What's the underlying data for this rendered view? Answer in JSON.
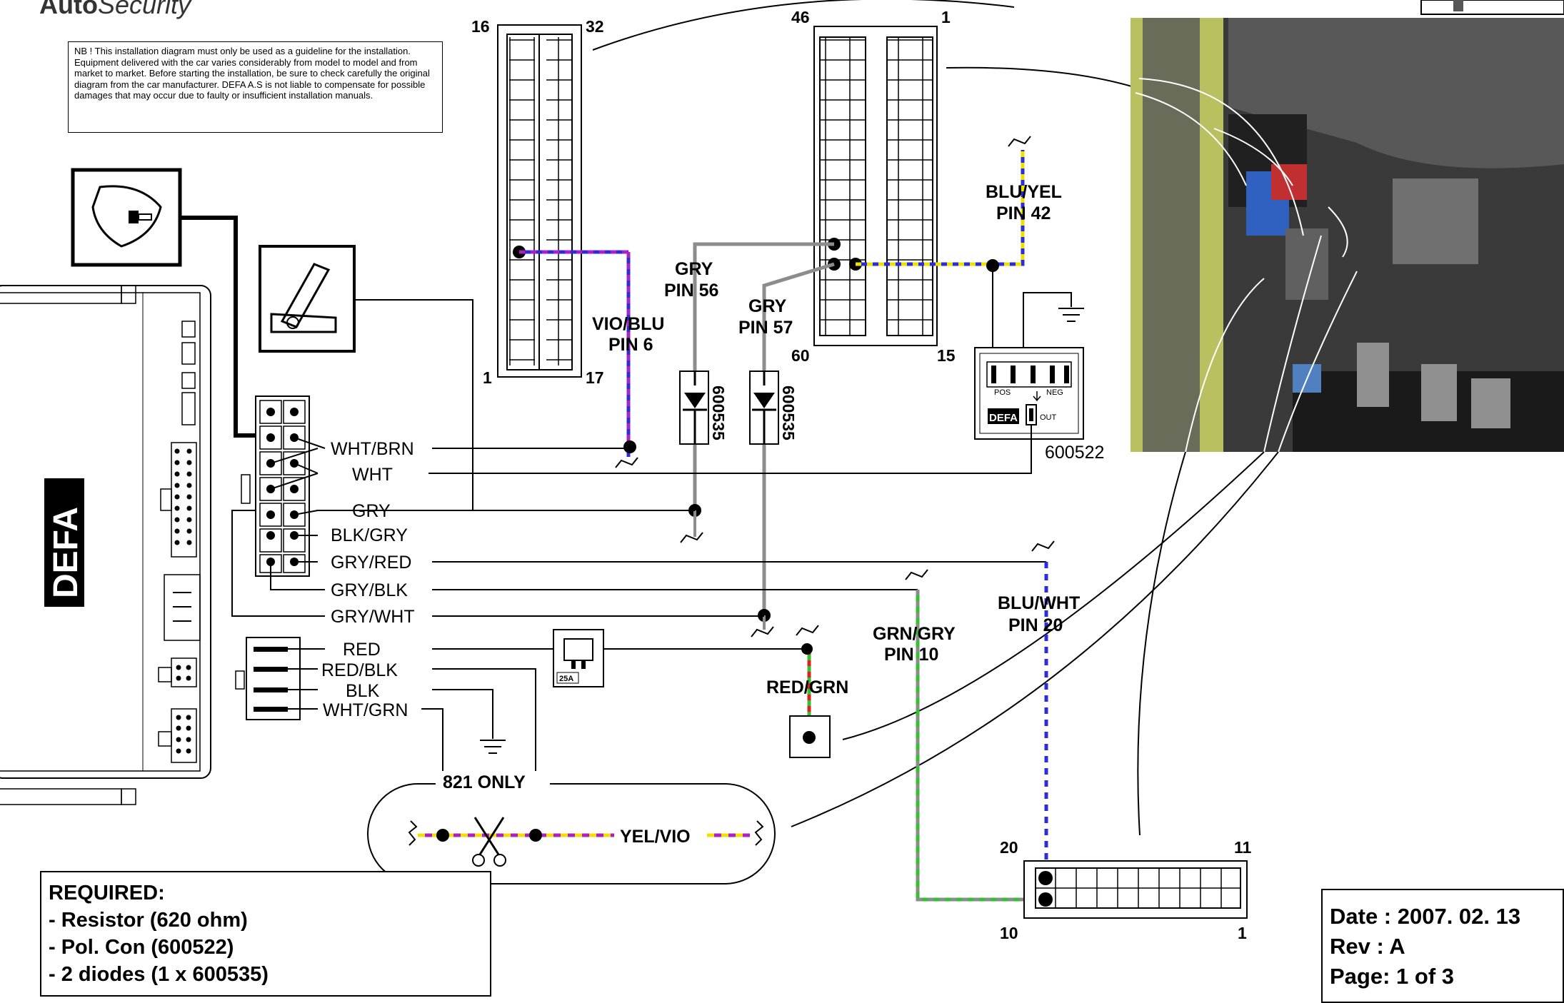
{
  "brand": {
    "name_bold": "Auto",
    "name_italic": "Security"
  },
  "note": "NB !  This installation diagram must only be used as a guideline for the installation. Equipment delivered with the car varies considerably from model to model and from market to market. Before starting the installation, be sure to check carefully the original diagram from the car manufacturer. DEFA  A.S is not liable to compensate  for possible damages that may occur due to faulty or insufficient installation manuals.",
  "connector_a": {
    "pin_tl": "16",
    "pin_tr": "32",
    "pin_bl": "1",
    "pin_br": "17"
  },
  "connector_b": {
    "pin_tl": "46",
    "pin_tr": "1",
    "pin_bl": "60",
    "pin_br": "15"
  },
  "connector_c": {
    "pin_tl": "20",
    "pin_tr": "11",
    "pin_bl": "10",
    "pin_br": "1"
  },
  "wires": {
    "main": [
      "WHT/BRN",
      "WHT",
      "GRY",
      "BLK/GRY",
      "GRY/RED",
      "GRY/BLK",
      "GRY/WHT"
    ],
    "power": [
      "RED",
      "RED/BLK",
      "BLK",
      "WHT/GRN"
    ]
  },
  "callouts": {
    "vio_blu": [
      "VIO/BLU",
      "PIN 6"
    ],
    "gry56": [
      "GRY",
      "PIN 56"
    ],
    "gry57": [
      "GRY",
      "PIN 57"
    ],
    "blu_yel": [
      "BLU/YEL",
      "PIN 42"
    ],
    "grn_gry": [
      "GRN/GRY",
      "PIN 10"
    ],
    "blu_wht": [
      "BLU/WHT",
      "PIN 20"
    ],
    "red_grn": "RED/GRN",
    "yel_vio": "YEL/VIO",
    "only_821": "821  ONLY"
  },
  "parts": {
    "diode": "600535",
    "polcon": "600522",
    "pos": "POS",
    "neg": "NEG",
    "out": "OUT",
    "fuse": "25A",
    "defa": "DEFA"
  },
  "required": {
    "title": "REQUIRED:",
    "items": [
      "- Resistor (620 ohm)",
      "- Pol. Con (600522)",
      "- 2 diodes (1 x 600535)"
    ]
  },
  "meta": {
    "date": "Date : 2007. 02. 13",
    "rev": "Rev  : A",
    "page": "Page: 1 of 3"
  },
  "colors": {
    "gray_wire": "#8c8c8c",
    "blue": "#2d2dd8",
    "violet": "#b020c0",
    "yellow": "#f0e000",
    "green": "#30c030",
    "red": "#e02020"
  }
}
